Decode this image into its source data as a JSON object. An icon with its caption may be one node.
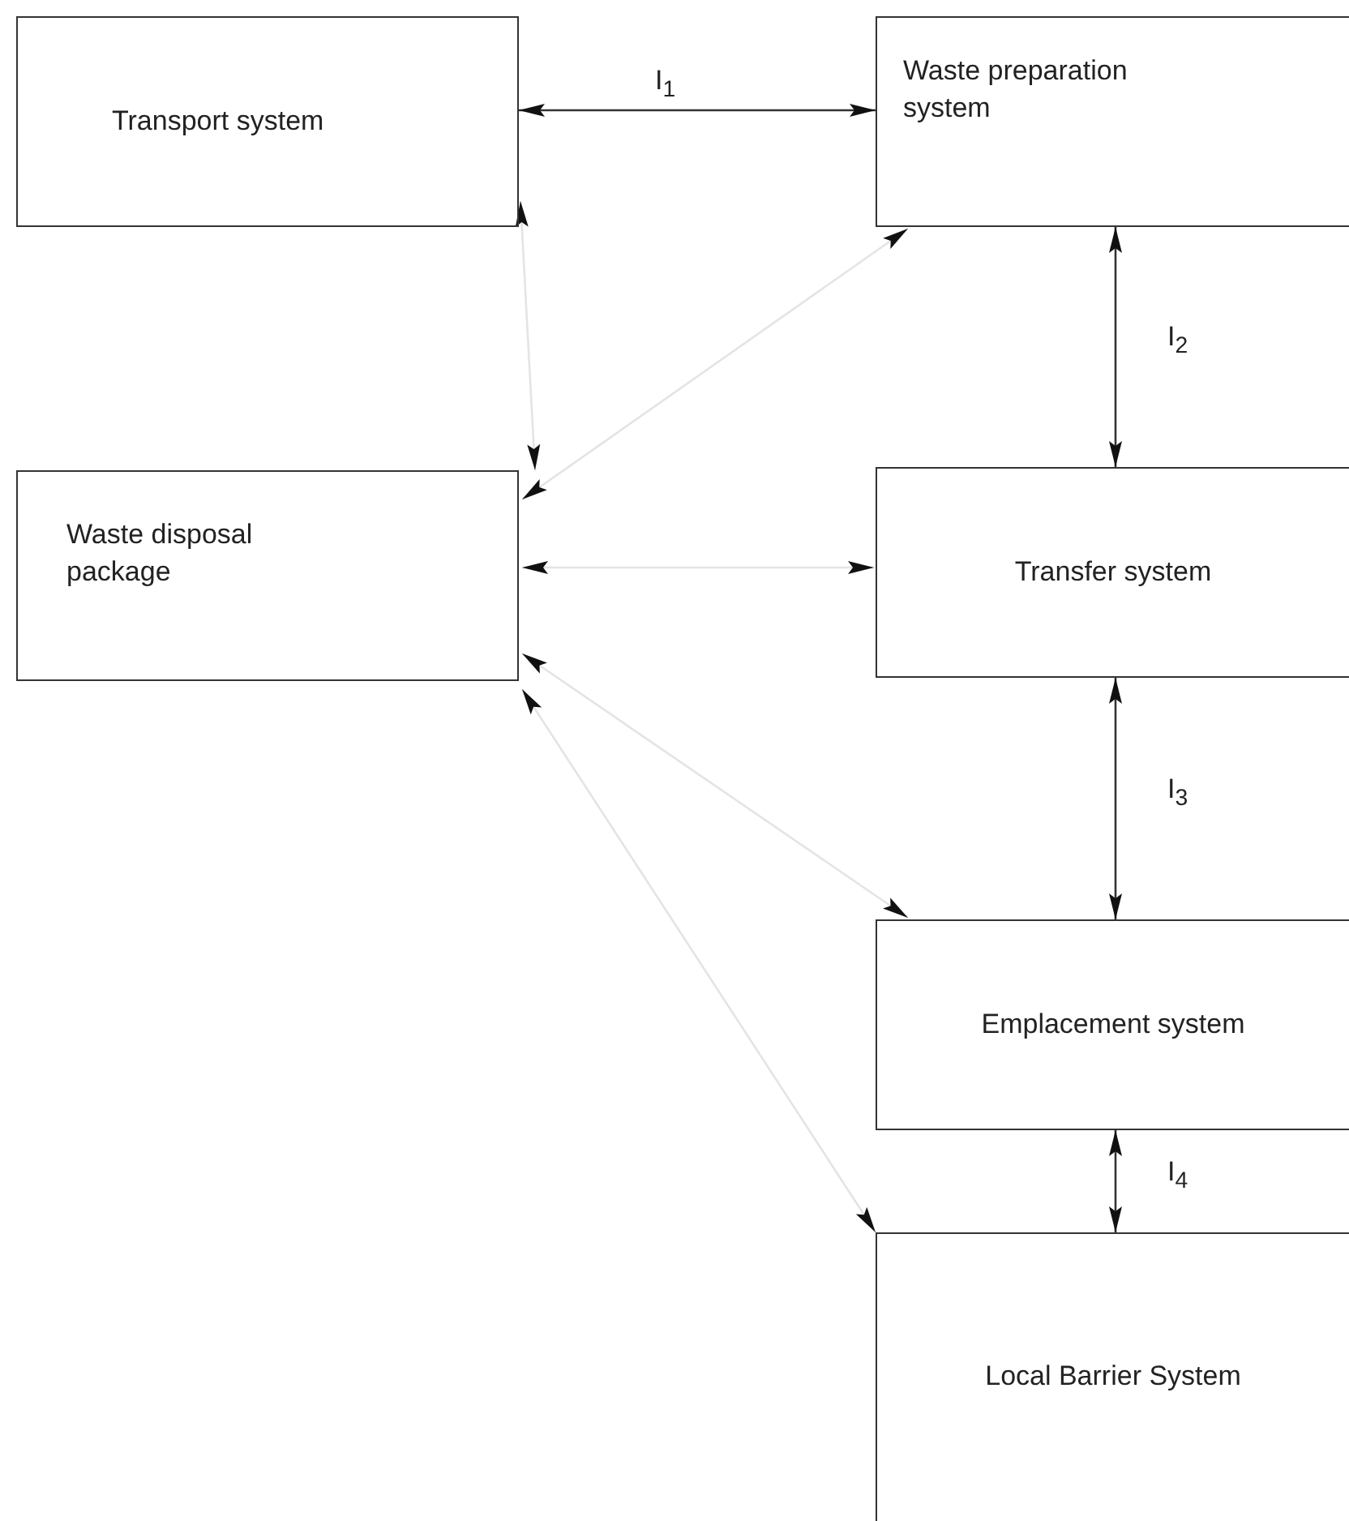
{
  "diagram": {
    "nodes": [
      {
        "text": [
          "Transport system"
        ]
      },
      {
        "text": [
          "Waste preparation system"
        ]
      },
      {
        "text": [
          "Waste disposal package"
        ]
      },
      {
        "text": [
          "Transfer system"
        ]
      },
      {
        "text": [
          "Emplacement system"
        ]
      },
      {
        "text": [
          "Local Barrier System"
        ]
      }
    ],
    "edges": [
      {
        "from": 0,
        "to": 1,
        "arrow": "both",
        "label": "I$_{1}$",
        "color": "#333333"
      },
      {
        "from": 1,
        "to": 3,
        "arrow": "both",
        "label": "I$_{2}$",
        "color": "#333333"
      },
      {
        "from": 3,
        "to": 4,
        "arrow": "both",
        "label": "I$_{3}$",
        "color": "#333333"
      },
      {
        "from": 4,
        "to": 5,
        "arrow": "both",
        "label": "I$_{4}$",
        "color": "#333333"
      },
      {
        "from": 2,
        "to": 0,
        "arrow": "both"
      },
      {
        "from": 2,
        "to": 1,
        "arrow": "both"
      },
      {
        "from": 2,
        "to": 3,
        "arrow": "both"
      },
      {
        "from": 2,
        "to": 4,
        "arrow": "both"
      },
      {
        "from": 2,
        "to": 5,
        "arrow": "both"
      }
    ]
  }
}
